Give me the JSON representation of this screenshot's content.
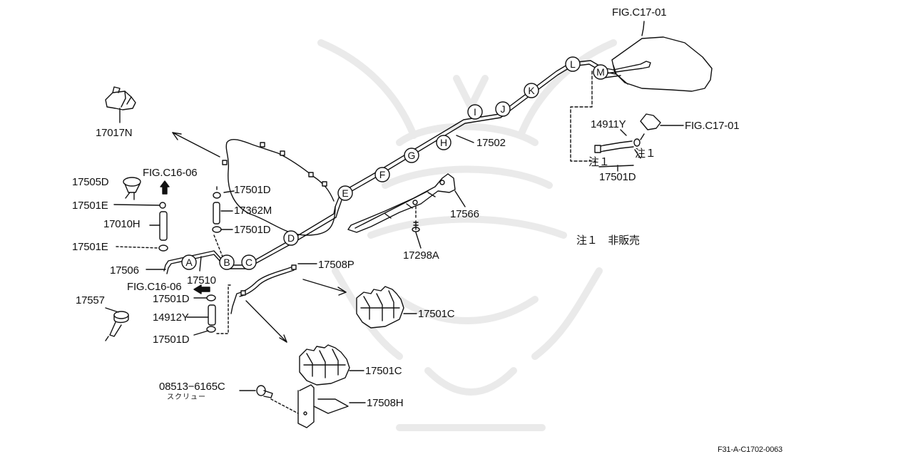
{
  "diagram": {
    "callouts": [
      "A",
      "B",
      "C",
      "D",
      "E",
      "F",
      "G",
      "H",
      "I",
      "J",
      "K",
      "L",
      "M"
    ],
    "parts": {
      "p17017N": "17017N",
      "p17505D": "17505D",
      "figC1606_top": "FIG.C16-06",
      "p17501E_a": "17501E",
      "p17010H": "17010H",
      "p17501E_b": "17501E",
      "p17506": "17506",
      "p17510": "17510",
      "figC1606_bot": "FIG.C16-06",
      "p17557": "17557",
      "p17501D_l1": "17501D",
      "p14912Y": "14912Y",
      "p17501D_l2": "17501D",
      "p17501D_m1": "17501D",
      "p17362M": "17362M",
      "p17501D_m2": "17501D",
      "p17508P": "17508P",
      "p17501C_a": "17501C",
      "p17501C_b": "17501C",
      "p08513": "08513−6165C",
      "screw_jp": "スクリュー",
      "p17508H": "17508H",
      "p17298A": "17298A",
      "p17566": "17566",
      "p17502": "17502",
      "figC1701_top": "FIG.C17-01",
      "p14911Y": "14911Y",
      "figC1701_mid": "FIG.C17-01",
      "note1_a": "注１",
      "note1_b": "注１",
      "p17501D_r": "17501D",
      "note_legend": "注１　非販売"
    },
    "footer_code": "F31-A-C1702-0063"
  }
}
